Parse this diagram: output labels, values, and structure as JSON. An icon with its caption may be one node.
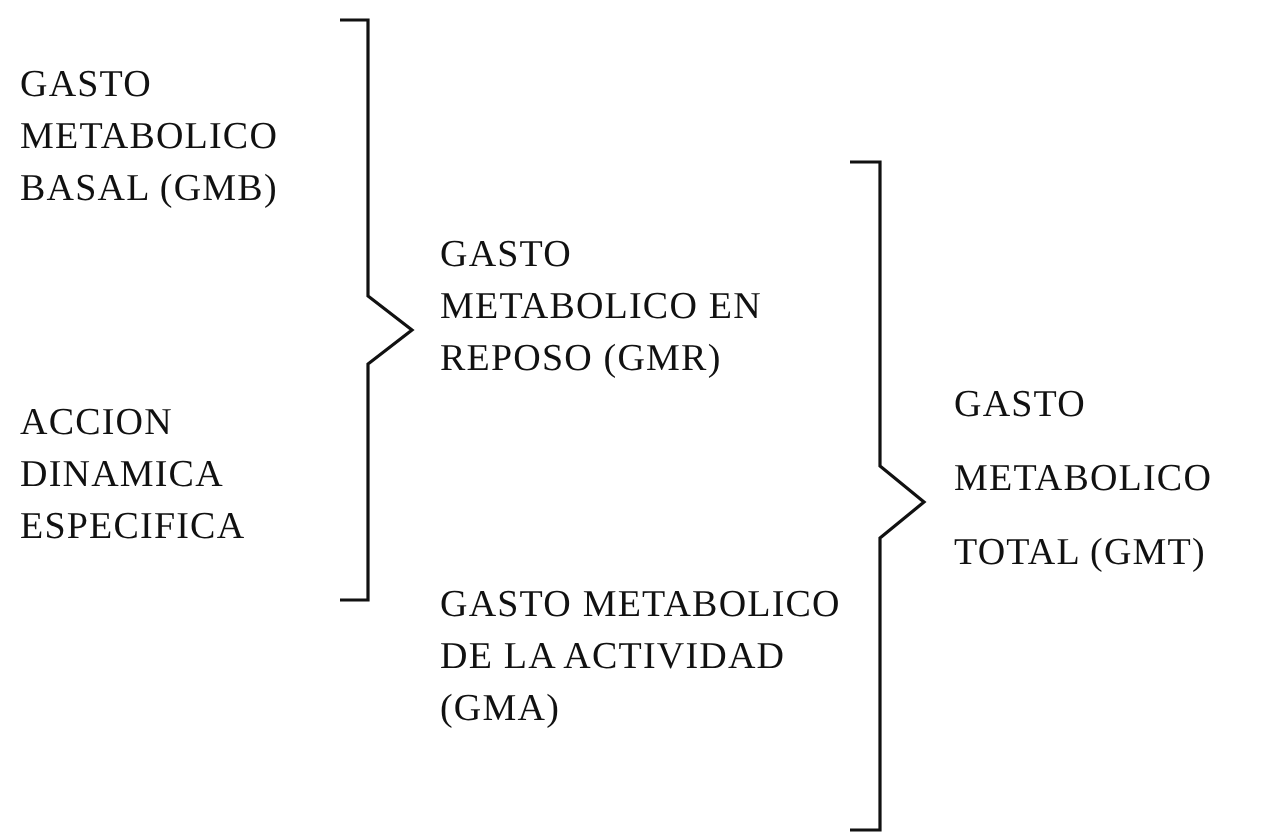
{
  "diagram": {
    "labels": [
      "GASTO METABOLICO BASAL (GMB)",
      "ACCION DINAMICA ESPECIFICA",
      "GASTO METABOLICO EN REPOSO (GMR)",
      "GASTO METABOLICO DE LA ACTIVIDAD (GMA)",
      "GASTO METABOLICO TOTAL (GMT)"
    ]
  }
}
